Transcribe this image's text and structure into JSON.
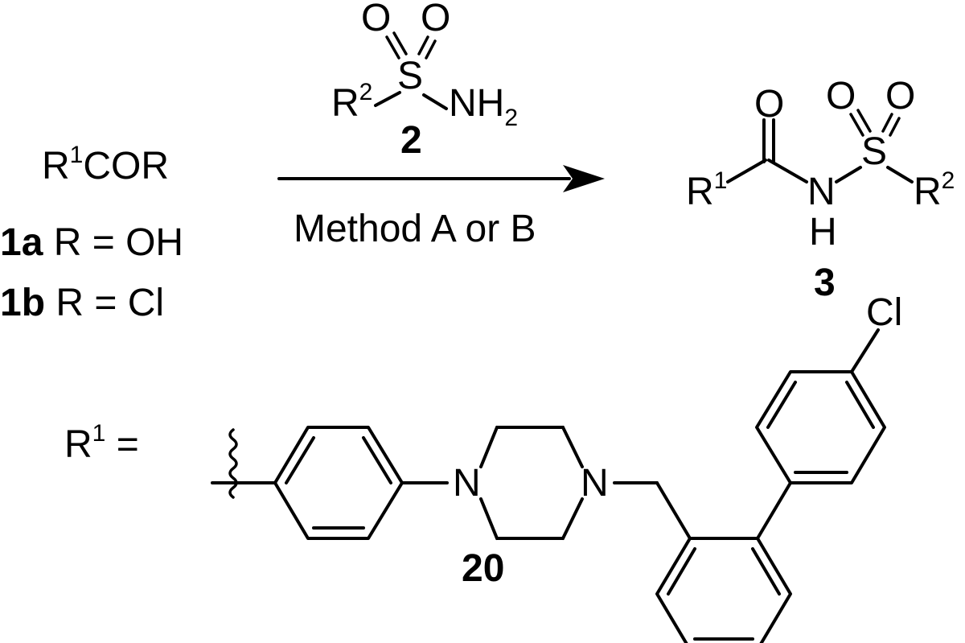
{
  "reactant": {
    "formula_prefix": "R",
    "formula_sup": "1",
    "formula_suffix": "COR",
    "variants": [
      {
        "id": "1a",
        "text": " R = OH"
      },
      {
        "id": "1b",
        "text": " R = Cl"
      }
    ]
  },
  "reagent": {
    "r_label": "R",
    "r_sup": "2",
    "sulfur": "S",
    "oxygen": "O",
    "amine": "NH",
    "amine_sub": "2",
    "compound_number": "2"
  },
  "arrow": {
    "condition": "Method A or B"
  },
  "product": {
    "oxygen": "O",
    "r1_label": "R",
    "r1_sup": "1",
    "nitrogen": "N",
    "hydrogen": "H",
    "sulfur": "S",
    "r2_label": "R",
    "r2_sup": "2",
    "compound_number": "3"
  },
  "substituent": {
    "lhs_label": "R",
    "lhs_sup": "1",
    "lhs_equals": " =",
    "nitrogen": "N",
    "chlorine": "Cl",
    "compound_number": "20"
  }
}
